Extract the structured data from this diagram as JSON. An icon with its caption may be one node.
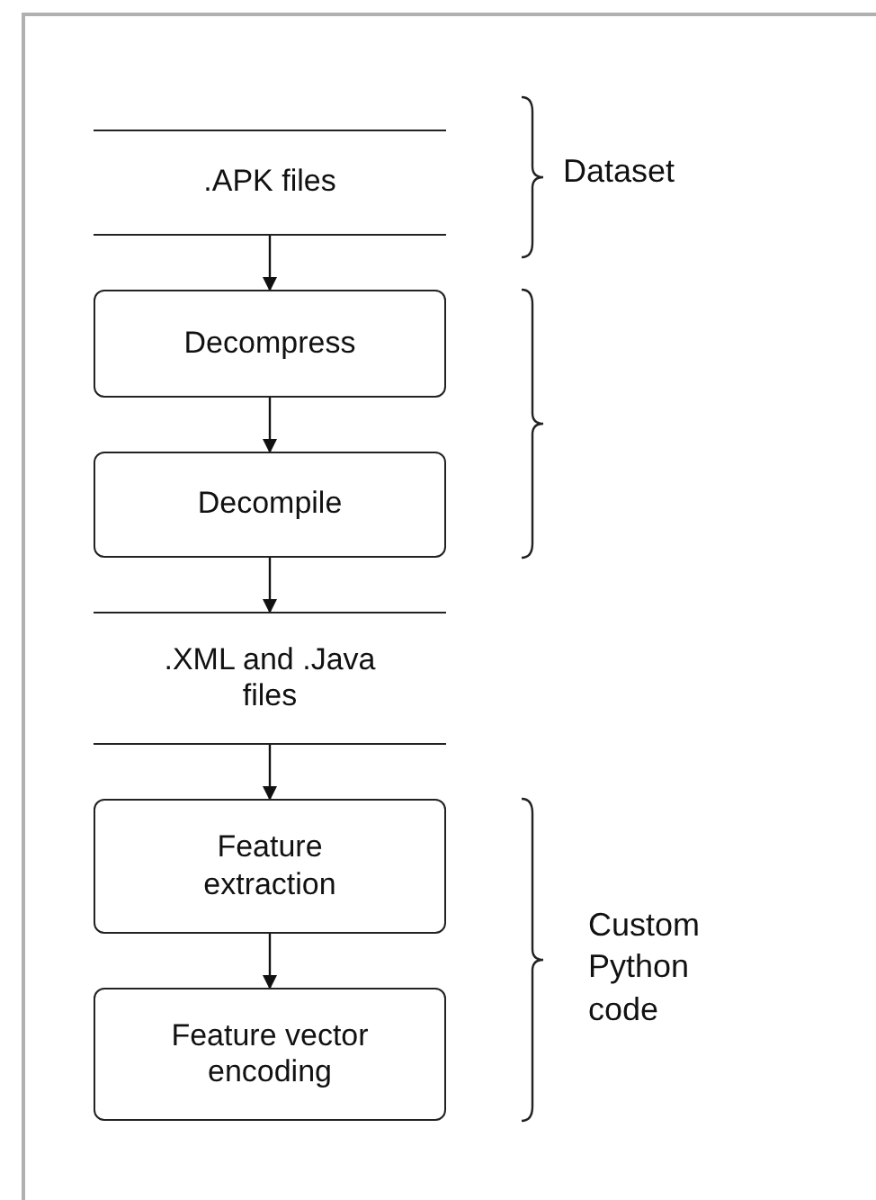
{
  "diagram": {
    "nodes": [
      {
        "text": [
          ".APK files"
        ]
      },
      {
        "text": [
          "Decompress"
        ]
      },
      {
        "text": [
          "Decompile"
        ]
      },
      {
        "text": [
          ".XML and .Java files"
        ]
      },
      {
        "text": [
          "Feature extraction"
        ]
      },
      {
        "text": [
          "Feature vector encoding"
        ]
      }
    ],
    "edges": [
      {
        "from": 0,
        "to": 1,
        "arrow": "to"
      },
      {
        "from": 1,
        "to": 2,
        "arrow": "to"
      },
      {
        "from": 2,
        "to": 3,
        "arrow": "to"
      },
      {
        "from": 3,
        "to": 4,
        "arrow": "to"
      },
      {
        "from": 4,
        "to": 5,
        "arrow": "to"
      }
    ],
    "labels": [
      "Dataset",
      "Custom Python code"
    ]
  }
}
